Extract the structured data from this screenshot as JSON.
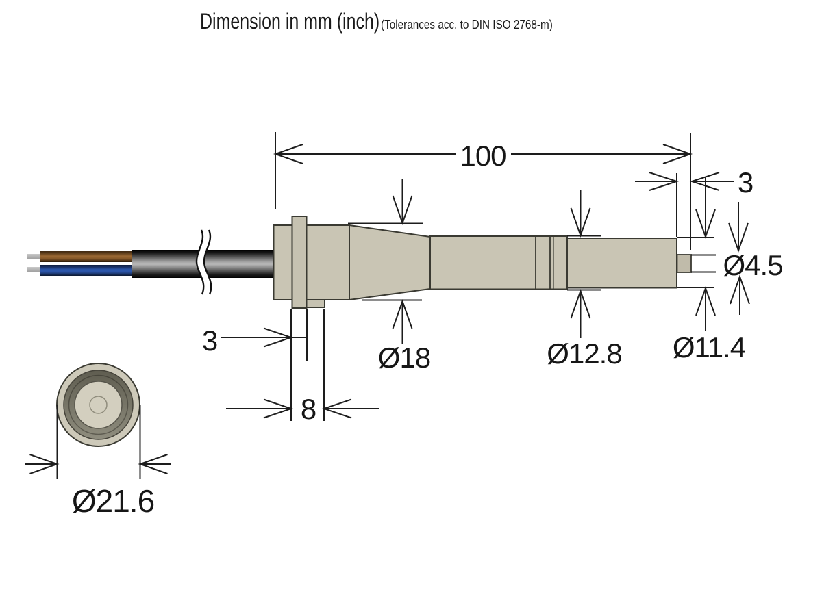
{
  "title": {
    "main": "Dimension in mm (inch)",
    "tolerance": "(Tolerances acc. to DIN ISO 2768-m)"
  },
  "dimensions": {
    "overall_length": "100",
    "tip_length": "3",
    "flange_thickness": "3",
    "flange_section_length": "8",
    "body_diameter": "Ø18",
    "tube_diameter": "Ø12.8",
    "sleeve_diameter": "Ø11.4",
    "tip_diameter": "Ø4.5",
    "front_view_diameter": "Ø21.6"
  },
  "colors": {
    "housing_beige": "#c9c5b4",
    "outline": "#3a3a32",
    "dimension_line": "#1d1d1d",
    "cable_black": "#0a0a0a",
    "wire_brown": "#8a5a28",
    "wire_blue": "#2a52a4",
    "wire_tip_gray": "#b5b5b5",
    "front_ring_dark": "#73705f"
  }
}
